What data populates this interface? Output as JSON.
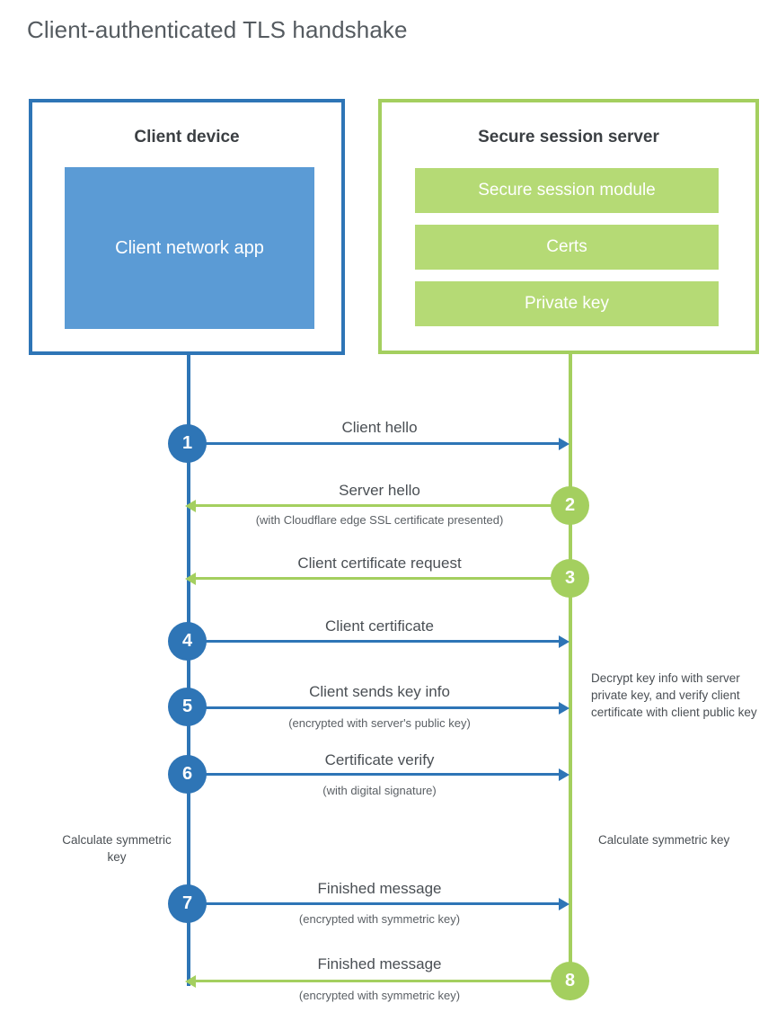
{
  "title": "Client-authenticated TLS handshake",
  "colors": {
    "client_blue_border": "#2e75b6",
    "client_blue_fill": "#5b9bd5",
    "server_green_border": "#a4cf5f",
    "server_green_fill": "#b5da75",
    "text": "#4a4f54",
    "background": "#ffffff"
  },
  "client": {
    "title": "Client device",
    "app_label": "Client network app"
  },
  "server": {
    "title": "Secure session server",
    "blocks": [
      "Secure session module",
      "Certs",
      "Private key"
    ]
  },
  "steps": [
    {
      "number": "1",
      "label": "Client hello",
      "sublabel": "",
      "direction": "client-to-server",
      "color": "blue"
    },
    {
      "number": "2",
      "label": "Server hello",
      "sublabel": "(with Cloudflare edge SSL certificate presented)",
      "direction": "server-to-client",
      "color": "green"
    },
    {
      "number": "3",
      "label": "Client certificate request",
      "sublabel": "",
      "direction": "server-to-client",
      "color": "green"
    },
    {
      "number": "4",
      "label": "Client certificate",
      "sublabel": "",
      "direction": "client-to-server",
      "color": "blue"
    },
    {
      "number": "5",
      "label": "Client sends key info",
      "sublabel": "(encrypted with server's public key)",
      "direction": "client-to-server",
      "color": "blue"
    },
    {
      "number": "6",
      "label": "Certificate verify",
      "sublabel": "(with digital signature)",
      "direction": "client-to-server",
      "color": "blue"
    },
    {
      "number": "7",
      "label": "Finished message",
      "sublabel": "(encrypted with symmetric key)",
      "direction": "client-to-server",
      "color": "blue"
    },
    {
      "number": "8",
      "label": "Finished message",
      "sublabel": "(encrypted with symmetric key)",
      "direction": "server-to-client",
      "color": "green"
    }
  ],
  "notes": {
    "server_decrypt": "Decrypt key info with server private key, and verify client certificate with client public key",
    "client_calculate": "Calculate symmetric key",
    "server_calculate": "Calculate symmetric key"
  }
}
